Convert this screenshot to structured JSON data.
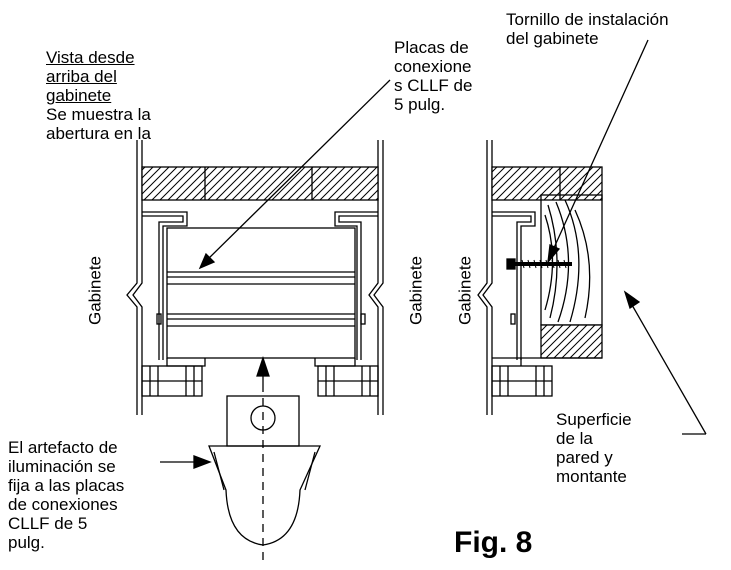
{
  "labels": {
    "top_view": {
      "line1": "Vista desde",
      "line2": "arriba del",
      "line3": "gabinete",
      "line4": "Se muestra la",
      "line5": "abertura en la"
    },
    "plates": {
      "line1": "Placas de",
      "line2": "conexione",
      "line3": "s CLLF de",
      "line4": "5 pulg."
    },
    "screw": {
      "line1": "Tornillo de instalación",
      "line2": "del gabinete"
    },
    "cabinet_left": "Gabinete",
    "cabinet_middle": "Gabinete",
    "cabinet_right": "Gabinete",
    "wall": {
      "line1": "Superficie",
      "line2": "de la",
      "line3": "pared y",
      "line4": "montante"
    },
    "fixture": {
      "line1": "El artefacto de",
      "line2": "iluminación se",
      "line3": "fija a las placas",
      "line4": "de conexiones",
      "line5": "CLLF de 5",
      "line6": "pulg."
    },
    "figure": "Fig. 8"
  }
}
